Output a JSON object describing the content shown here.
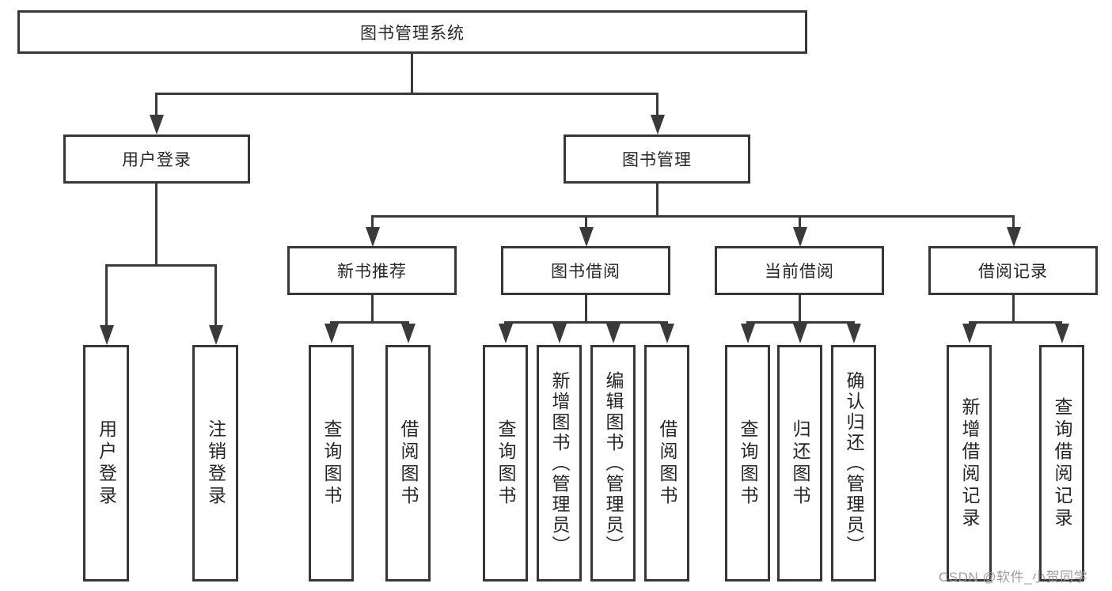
{
  "diagram": {
    "root": {
      "label": "图书管理系统"
    },
    "level2": [
      {
        "label": "用户登录"
      },
      {
        "label": "图书管理"
      }
    ],
    "level3": [
      {
        "label": "新书推荐"
      },
      {
        "label": "图书借阅"
      },
      {
        "label": "当前借阅"
      },
      {
        "label": "借阅记录"
      }
    ],
    "leaves": {
      "user_login": [
        {
          "label": "用户登录"
        },
        {
          "label": "注销登录"
        }
      ],
      "new_book": [
        {
          "label": "查询图书"
        },
        {
          "label": "借阅图书"
        }
      ],
      "book_borrow": [
        {
          "label": "查询图书"
        },
        {
          "label": "新增图书（管理员）"
        },
        {
          "label": "编辑图书（管理员）"
        },
        {
          "label": "借阅图书"
        }
      ],
      "current_borrow": [
        {
          "label": "查询图书"
        },
        {
          "label": "归还图书"
        },
        {
          "label": "确认归还（管理员）"
        }
      ],
      "borrow_record": [
        {
          "label": "新增借阅记录"
        },
        {
          "label": "查询借阅记录"
        }
      ]
    },
    "watermark": "CSDN @软件_小贺同学",
    "colors": {
      "line": "#3a3a3a",
      "text": "#262626",
      "background": "#ffffff",
      "watermark": "#999999"
    }
  }
}
